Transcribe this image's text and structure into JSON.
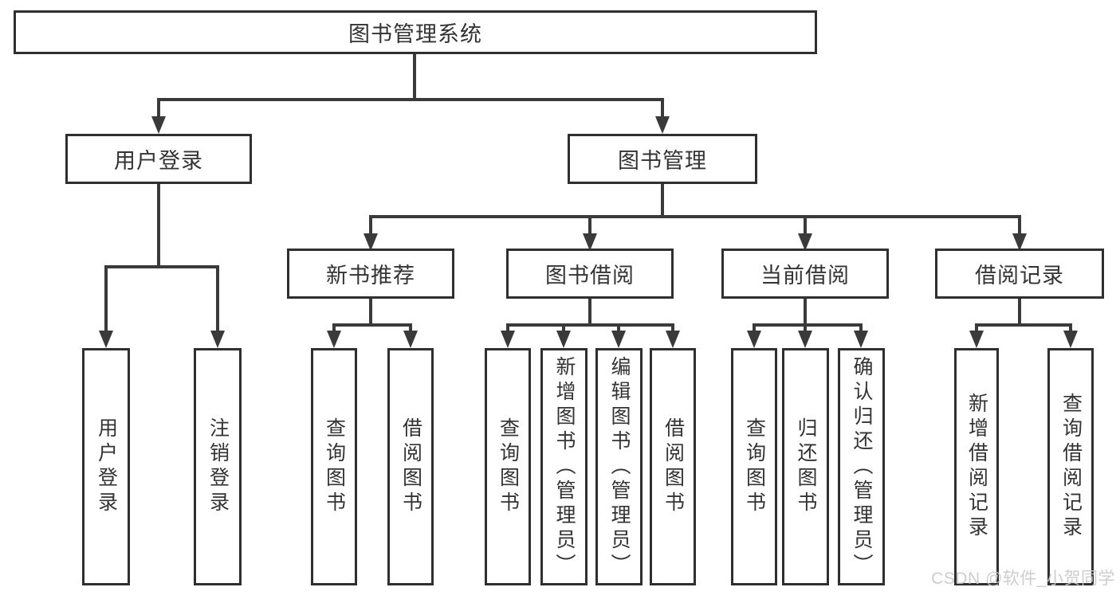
{
  "tree": {
    "label": "图书管理系统",
    "children": [
      {
        "label": "用户登录",
        "children": [
          {
            "label": "用户登录"
          },
          {
            "label": "注销登录"
          }
        ]
      },
      {
        "label": "图书管理",
        "children": [
          {
            "label": "新书推荐",
            "children": [
              {
                "label": "查询图书"
              },
              {
                "label": "借阅图书"
              }
            ]
          },
          {
            "label": "图书借阅",
            "children": [
              {
                "label": "查询图书"
              },
              {
                "label": "新增图书（管理员）"
              },
              {
                "label": "编辑图书（管理员）"
              },
              {
                "label": "借阅图书"
              }
            ]
          },
          {
            "label": "当前借阅",
            "children": [
              {
                "label": "查询图书"
              },
              {
                "label": "归还图书"
              },
              {
                "label": "确认归还（管理员）"
              }
            ]
          },
          {
            "label": "借阅记录",
            "children": [
              {
                "label": "新增借阅记录"
              },
              {
                "label": "查询借阅记录"
              }
            ]
          }
        ]
      }
    ]
  },
  "watermark": {
    "text": "CSDN @软件_小贺同学"
  },
  "colors": {
    "line": "#3a3a3a",
    "box_border": "#2f2f2f",
    "box_fill": "#ffffff",
    "text": "#333333",
    "watermark": "#c6c6c6",
    "background": "#ffffff"
  }
}
